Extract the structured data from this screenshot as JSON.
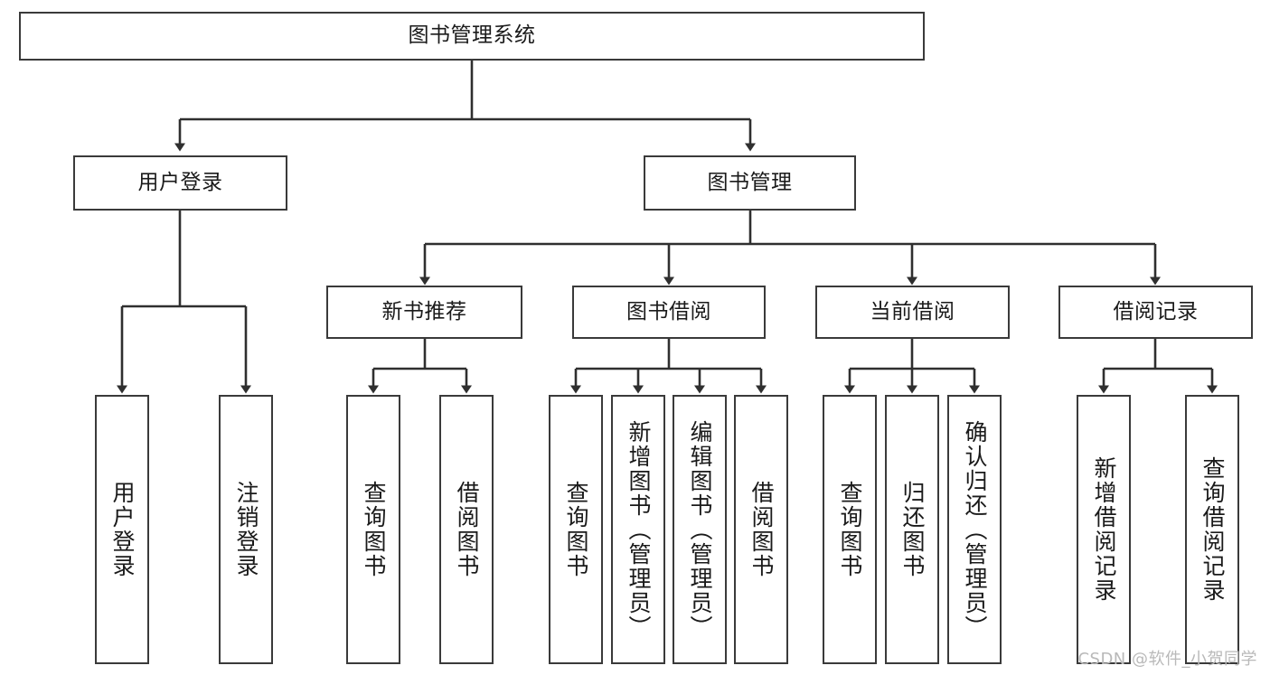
{
  "diagram": {
    "type": "tree",
    "title": "图书管理系统",
    "watermark": "CSDN @软件_小贺同学",
    "colors": {
      "stroke": "#3a3a3a",
      "fill": "#ffffff",
      "text": "#1a1a1a",
      "watermark": "#b9b9b9"
    },
    "nodes": {
      "root": {
        "label": "图书管理系统"
      },
      "level2": [
        {
          "id": "user-login",
          "label": "用户登录"
        },
        {
          "id": "book-manage",
          "label": "图书管理"
        }
      ],
      "level3": [
        {
          "id": "new-book-recommend",
          "label": "新书推荐"
        },
        {
          "id": "book-borrow",
          "label": "图书借阅"
        },
        {
          "id": "current-borrow",
          "label": "当前借阅"
        },
        {
          "id": "borrow-record",
          "label": "借阅记录"
        }
      ],
      "leaves": {
        "user_login": [
          {
            "id": "leaf-user-login",
            "label": "用户登录"
          },
          {
            "id": "leaf-logout-login",
            "label": "注销登录"
          }
        ],
        "new_book_recommend": [
          {
            "id": "leaf-query-book-1",
            "label": "查询图书"
          },
          {
            "id": "leaf-borrow-book-1",
            "label": "借阅图书"
          }
        ],
        "book_borrow": [
          {
            "id": "leaf-query-book-2",
            "label": "查询图书"
          },
          {
            "id": "leaf-add-book",
            "label": "新增图书（管理员）"
          },
          {
            "id": "leaf-edit-book",
            "label": "编辑图书（管理员）"
          },
          {
            "id": "leaf-borrow-book-2",
            "label": "借阅图书"
          }
        ],
        "current_borrow": [
          {
            "id": "leaf-query-book-3",
            "label": "查询图书"
          },
          {
            "id": "leaf-return-book",
            "label": "归还图书"
          },
          {
            "id": "leaf-confirm-return",
            "label": "确认归还（管理员）"
          }
        ],
        "borrow_record": [
          {
            "id": "leaf-add-borrow-record",
            "label": "新增借阅记录"
          },
          {
            "id": "leaf-query-borrow-record",
            "label": "查询借阅记录"
          }
        ]
      }
    }
  }
}
